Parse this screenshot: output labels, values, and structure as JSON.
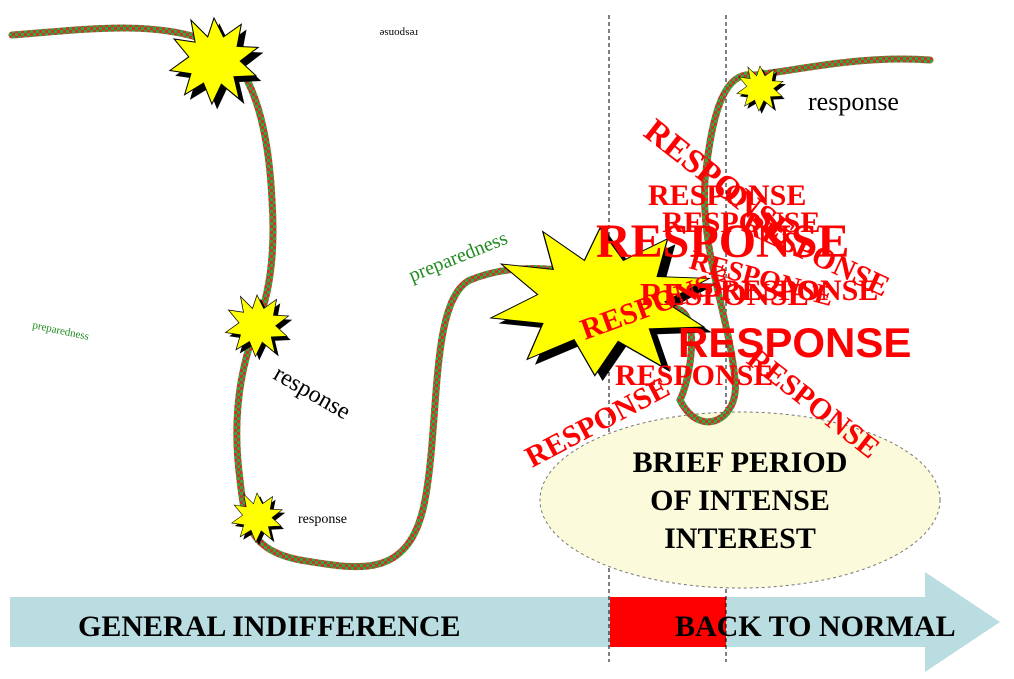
{
  "colors": {
    "arrow": "#b9dde0",
    "highlight": "#ff0000",
    "burst": "#ffff00",
    "path_red": "#cc3333",
    "path_green": "#33aa33",
    "response_text": "#ff0000",
    "preparedness_text": "#228b22",
    "ellipse_fill": "#fbfbdc"
  },
  "labels": {
    "indifference": "GENERAL INDIFFERENCE",
    "back_to_normal": "BACK TO NORMAL",
    "brief_period_line1": "BRIEF PERIOD",
    "brief_period_line2": "OF INTENSE",
    "brief_period_line3": "INTEREST",
    "preparedness_main": "preparedness",
    "preparedness_small": "preparedness",
    "response_top_right": "response",
    "response_mid": "response",
    "response_small": "response",
    "response_upside": "response"
  },
  "response_stack": [
    "RESPONSE",
    "RESPONSE",
    "RESPONSE",
    "RESPONSE",
    "RESPONSE",
    "RESPONSE",
    "RESPONSE",
    "RESPONSE",
    "RESPONSE",
    "RESPONSE",
    "RESPONSE",
    "RESPONSE",
    "RESPONSE"
  ],
  "icons": [
    "explosion-icon"
  ]
}
